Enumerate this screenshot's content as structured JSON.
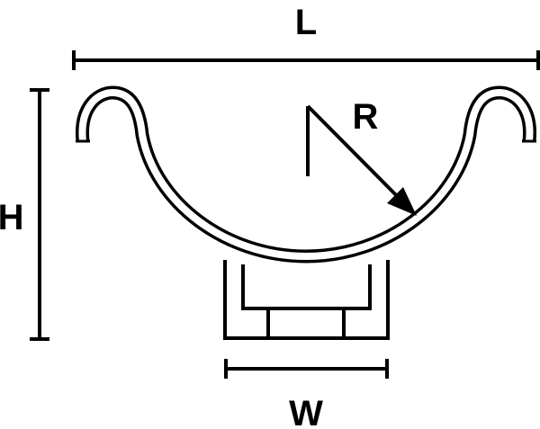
{
  "labels": {
    "length": "L",
    "height": "H",
    "width": "W",
    "radius": "R"
  },
  "colors": {
    "stroke": "#000000",
    "background": "#ffffff"
  }
}
